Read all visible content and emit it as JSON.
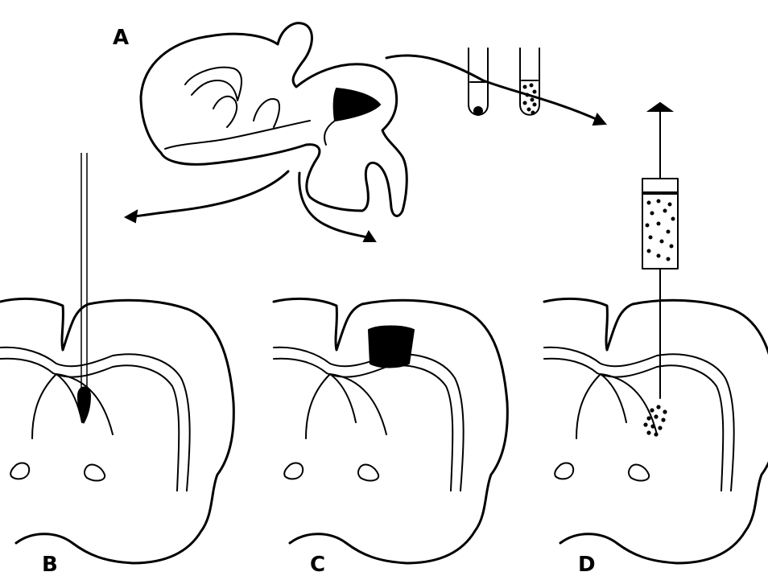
{
  "panels": [
    {
      "id": "A",
      "label": "A"
    },
    {
      "id": "B",
      "label": "B"
    },
    {
      "id": "C",
      "label": "C"
    },
    {
      "id": "D",
      "label": "D"
    }
  ]
}
